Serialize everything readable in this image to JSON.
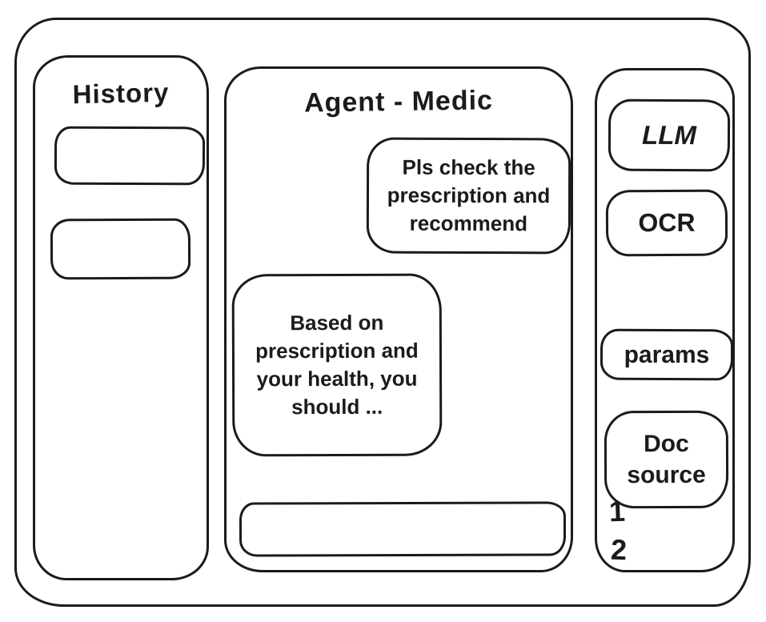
{
  "colors": {
    "stroke": "#1b1b1b",
    "background": "#ffffff"
  },
  "history_panel": {
    "title": "History",
    "items": [
      {
        "label": ""
      },
      {
        "label": ""
      }
    ]
  },
  "chat_panel": {
    "title": "Agent - Medic",
    "messages": [
      {
        "role": "user",
        "text": "Pls check the prescription and recommend"
      },
      {
        "role": "assistant",
        "text": "Based on prescription and your health, you should ..."
      }
    ],
    "input": {
      "value": "",
      "placeholder": ""
    }
  },
  "tools_panel": {
    "buttons": [
      {
        "label": "LLM"
      },
      {
        "label": "OCR"
      },
      {
        "label": "params"
      },
      {
        "label": "Doc source"
      }
    ],
    "doc_list": [
      {
        "label": "1"
      },
      {
        "label": "2"
      }
    ]
  }
}
